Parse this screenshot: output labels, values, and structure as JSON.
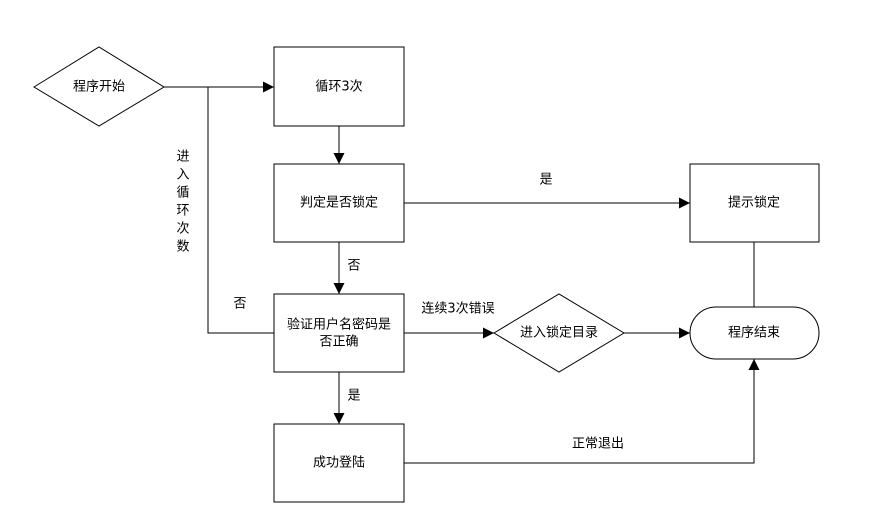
{
  "nodes": {
    "start": "程序开始",
    "loop": "循环3次",
    "check_locked": "判定是否锁定",
    "notify_locked": "提示锁定",
    "verify_line1": "验证用户名密码是",
    "verify_line2": "否正确",
    "enter_lock_dir": "进入锁定目录",
    "end": "程序结束",
    "login_success": "成功登陆"
  },
  "edges": {
    "yes_locked": "是",
    "no_locked": "否",
    "enter_loop": [
      "进",
      "入",
      "循",
      "环",
      "次",
      "数"
    ],
    "retry_no": "否",
    "three_errors": "连续3次错误",
    "verify_yes": "是",
    "normal_exit": "正常退出"
  },
  "colors": {
    "stroke": "#000000",
    "fill": "#ffffff"
  }
}
